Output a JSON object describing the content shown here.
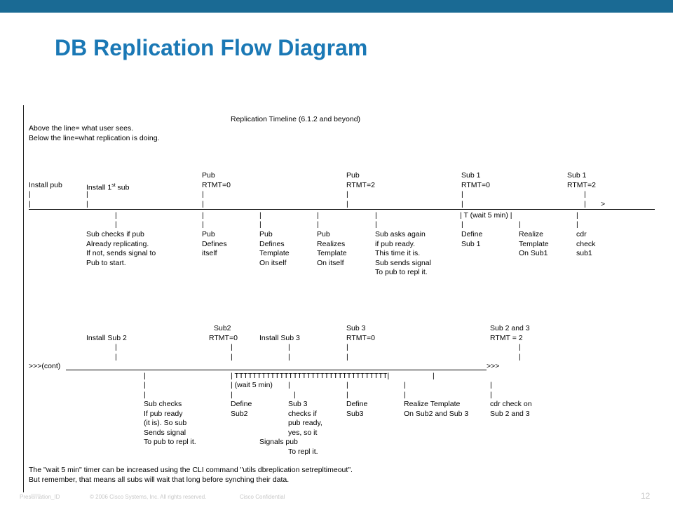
{
  "slide": {
    "title": "DB Replication Flow Diagram",
    "footer_id": "Presentation_ID",
    "footer_copyright": "© 2006 Cisco Systems, Inc. All rights reserved.",
    "footer_confidential": "Cisco Confidential",
    "page_number": "12",
    "colors": {
      "topbar": "#1a6a94",
      "title": "#1a78b5"
    }
  },
  "diagram": {
    "heading": "Replication Timeline (6.1.2 and beyond)",
    "legend_above": "Above the line= what user sees.",
    "legend_below": "Below the line=what replication is doing.",
    "timeline1": {
      "arrow_end": ">",
      "above": {
        "install_pub": "Install pub",
        "install_sub1": "Install 1",
        "install_sub1_sup": "st",
        "install_sub1_tail": " sub",
        "pub_a": "Pub",
        "pub_a_rtmt": "RTMT=0",
        "pub_b": "Pub",
        "pub_b_rtmt": "RTMT=2",
        "sub1_a": "Sub 1",
        "sub1_a_rtmt": "RTMT=0",
        "sub1_b": "Sub 1",
        "sub1_b_rtmt": "RTMT=2"
      },
      "wait_marker": "| T (wait 5 min) |",
      "below": {
        "c1": [
          "Sub checks if pub",
          "Already replicating.",
          "If not, sends signal to",
          "Pub to start."
        ],
        "c2": [
          "Pub",
          "Defines",
          "itself"
        ],
        "c3": [
          "Pub",
          "Defines",
          "Template",
          "On itself"
        ],
        "c4": [
          "Pub",
          "Realizes",
          "Template",
          "On itself"
        ],
        "c5": [
          "Sub asks again",
          "if pub ready.",
          "This time it is.",
          "Sub sends signal",
          "To pub to repl it."
        ],
        "c6": [
          "Define",
          "Sub 1"
        ],
        "c7": [
          "Realize",
          "Template",
          "On Sub1"
        ],
        "c8": [
          "cdr",
          "check",
          "sub1"
        ]
      }
    },
    "timeline2": {
      "start_label": ">>>(cont)",
      "end_label": ">>>",
      "above": {
        "install_sub2": "Install Sub 2",
        "sub2": "Sub2",
        "sub2_rtmt": "RTMT=0",
        "install_sub3": "Install Sub 3",
        "sub3": "Sub 3",
        "sub3_rtmt": "RTMT=0",
        "sub23": "Sub 2 and 3",
        "sub23_rtmt": "RTMT = 2"
      },
      "t_marker": "| TTTTTTTTTTTTTTTTTTTTTTTTTTTTTTTTTT|",
      "wait_marker": "|  (wait 5 min)",
      "below": {
        "c1": [
          "Sub checks",
          "If pub ready",
          "(it is). So sub",
          "Sends signal",
          "To pub to repl it."
        ],
        "c2": [
          "Define",
          "Sub2"
        ],
        "c3": [
          "Sub 3",
          "checks if",
          "pub ready,",
          "yes, so it"
        ],
        "c3b": [
          "Signals pub",
          "To repl it."
        ],
        "c4": [
          "Define",
          "Sub3"
        ],
        "c5": [
          "Realize Template",
          "On Sub2 and Sub 3"
        ],
        "c6": [
          "cdr check on",
          "Sub 2 and 3"
        ]
      }
    },
    "note1": "The \"wait 5 min\" timer can be increased using the CLI command \"utils dbreplication setrepltimeout\".",
    "note2": "But remember, that means all subs will wait that long before synching their data."
  }
}
